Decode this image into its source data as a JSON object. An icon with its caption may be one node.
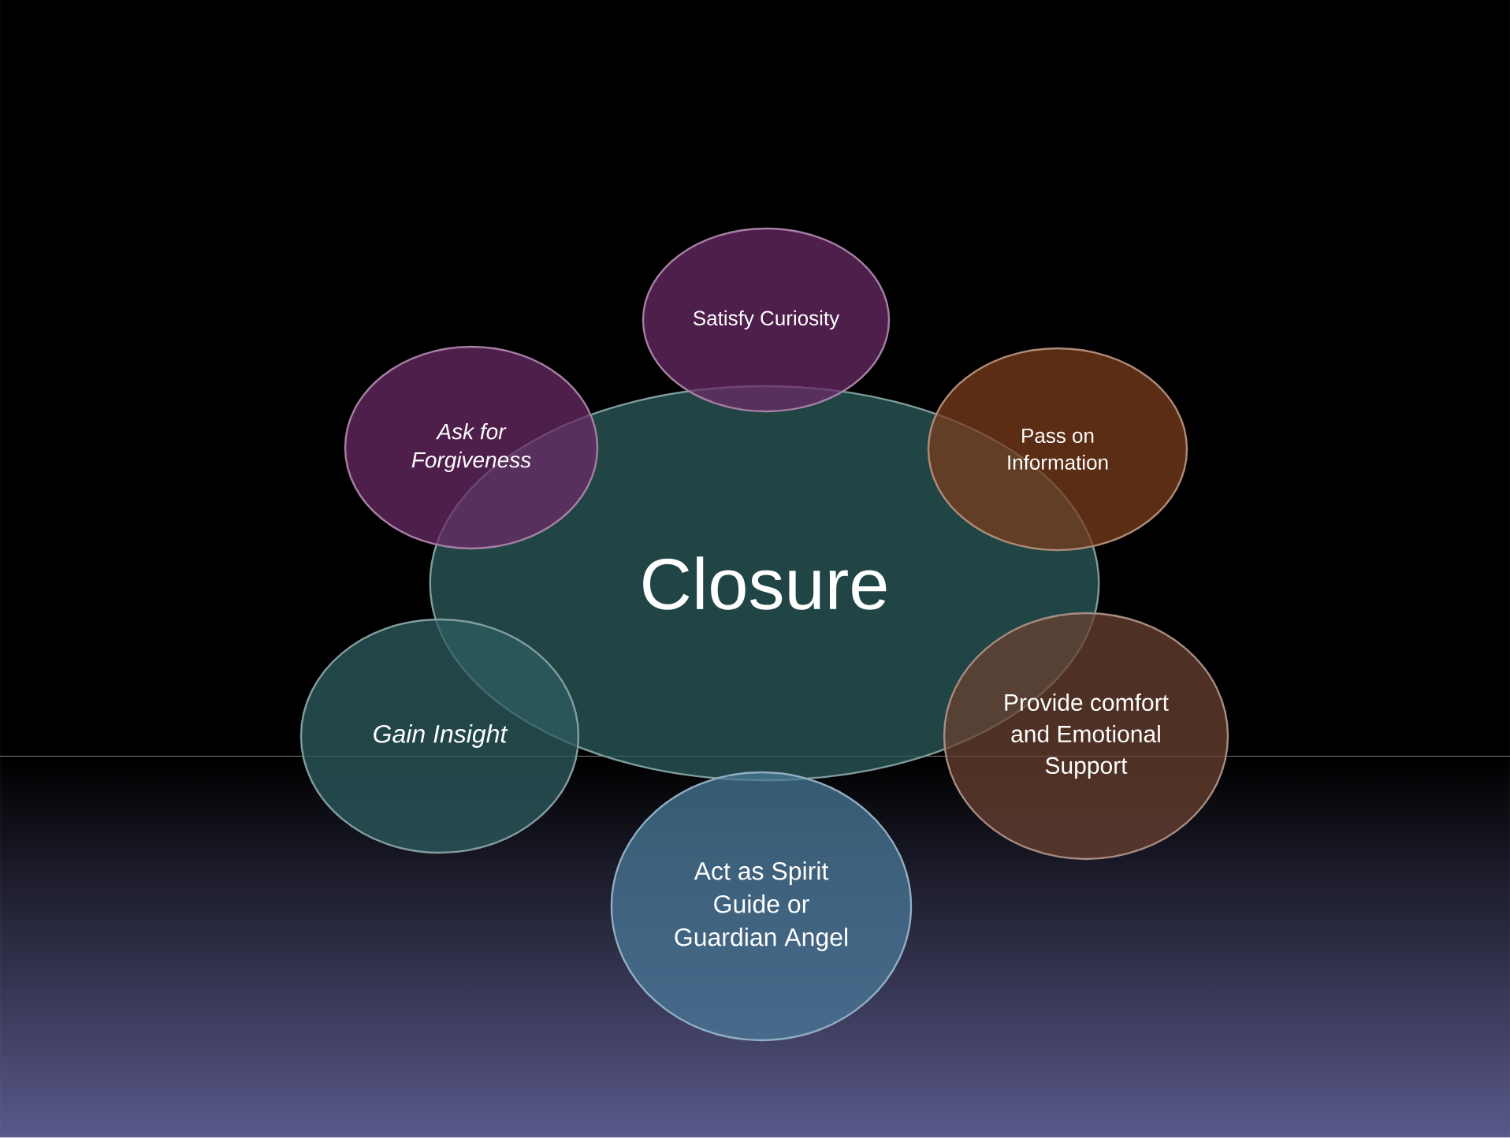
{
  "diagram": {
    "nodes": [
      {
        "text": [
          "Closure"
        ]
      },
      {
        "text": [
          "Satisfy Curiosity"
        ]
      },
      {
        "text": [
          "Pass on Information"
        ]
      },
      {
        "text": [
          "Provide comfort and Emotional Support"
        ]
      },
      {
        "text": [
          "Act as Spirit Guide or Guardian Angel"
        ]
      },
      {
        "text": [
          "Gain Insight"
        ]
      },
      {
        "text": [
          "Ask for Forgiveness"
        ]
      }
    ]
  }
}
